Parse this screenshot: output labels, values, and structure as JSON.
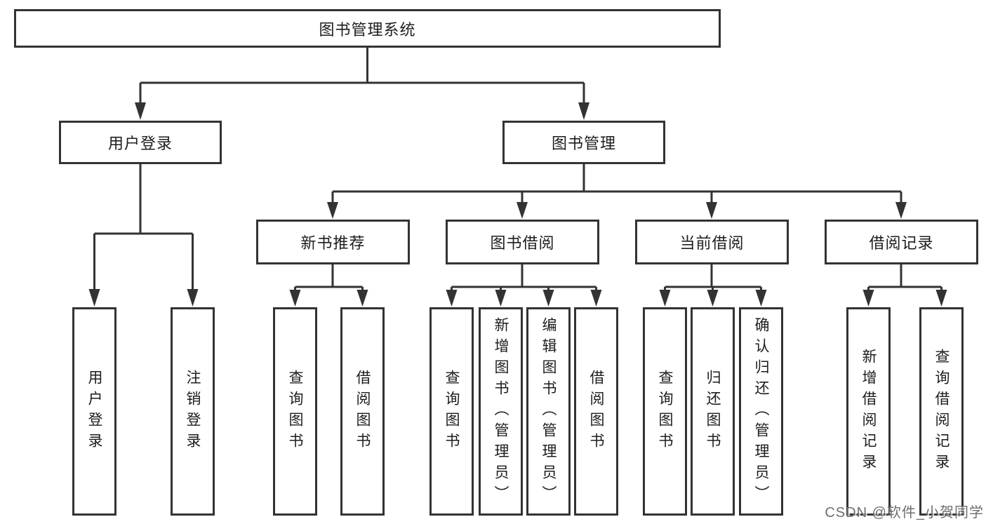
{
  "tree": {
    "root": {
      "label": "图书管理系统",
      "children": [
        {
          "label": "用户登录",
          "children": [
            {
              "label": "用户登录"
            },
            {
              "label": "注销登录"
            }
          ]
        },
        {
          "label": "图书管理",
          "children": [
            {
              "label": "新书推荐",
              "children": [
                {
                  "label": "查询图书"
                },
                {
                  "label": "借阅图书"
                }
              ]
            },
            {
              "label": "图书借阅",
              "children": [
                {
                  "label": "查询图书"
                },
                {
                  "label": "新增图书（管理员）"
                },
                {
                  "label": "编辑图书（管理员）"
                },
                {
                  "label": "借阅图书"
                }
              ]
            },
            {
              "label": "当前借阅",
              "children": [
                {
                  "label": "查询图书"
                },
                {
                  "label": "归还图书"
                },
                {
                  "label": "确认归还（管理员）"
                }
              ]
            },
            {
              "label": "借阅记录",
              "children": [
                {
                  "label": "新增借阅记录"
                },
                {
                  "label": "查询借阅记录"
                }
              ]
            }
          ]
        }
      ]
    }
  },
  "watermark": "CSDN @软件_小贺同学",
  "colors": {
    "line": "#333333",
    "box_border": "#333333",
    "box_fill": "#ffffff",
    "text": "#1d1d1d",
    "watermark": "#6e6e6e",
    "background": "#ffffff"
  }
}
